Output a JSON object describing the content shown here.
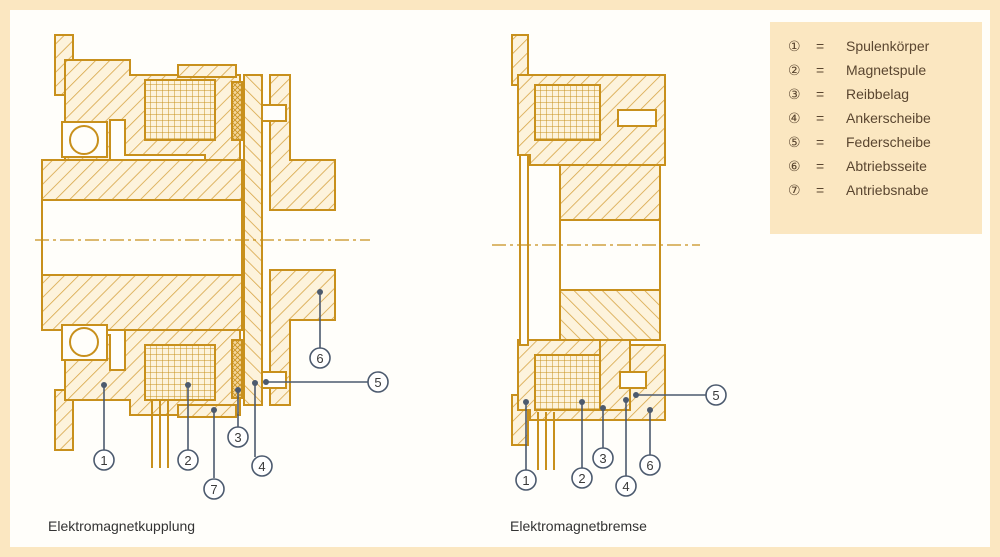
{
  "diagram": {
    "colors": {
      "background": "#fbe7c1",
      "panel": "#fffefa",
      "outline": "#c8901c",
      "hatch": "#d7a545",
      "leader": "#4c5a6e",
      "legend_bg": "#fbe7c1"
    },
    "captions": {
      "left": "Elektromagnetkupplung",
      "right": "Elektromagnetbremse"
    },
    "legend": [
      {
        "symbol": "①",
        "eq": "=",
        "text": "Spulenkörper"
      },
      {
        "symbol": "②",
        "eq": "=",
        "text": "Magnetspule"
      },
      {
        "symbol": "③",
        "eq": "=",
        "text": "Reibbelag"
      },
      {
        "symbol": "④",
        "eq": "=",
        "text": "Ankerscheibe"
      },
      {
        "symbol": "⑤",
        "eq": "=",
        "text": "Federscheibe"
      },
      {
        "symbol": "⑥",
        "eq": "=",
        "text": "Abtriebsseite"
      },
      {
        "symbol": "⑦",
        "eq": "=",
        "text": "Antriebsnabe"
      }
    ],
    "callouts_left": [
      "1",
      "2",
      "3",
      "4",
      "5",
      "6",
      "7"
    ],
    "callouts_right": [
      "1",
      "2",
      "3",
      "4",
      "5",
      "6"
    ]
  }
}
